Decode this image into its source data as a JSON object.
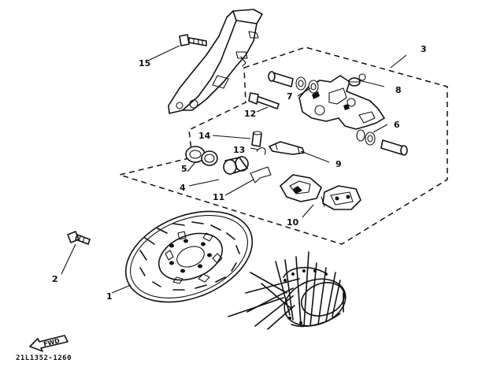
{
  "diagram": {
    "part_number": "21L1352-1260",
    "fwd_label": "FWD",
    "callouts": [
      "1",
      "2",
      "3",
      "4",
      "5",
      "6",
      "7",
      "8",
      "9",
      "10",
      "11",
      "12",
      "13",
      "14",
      "15"
    ]
  }
}
